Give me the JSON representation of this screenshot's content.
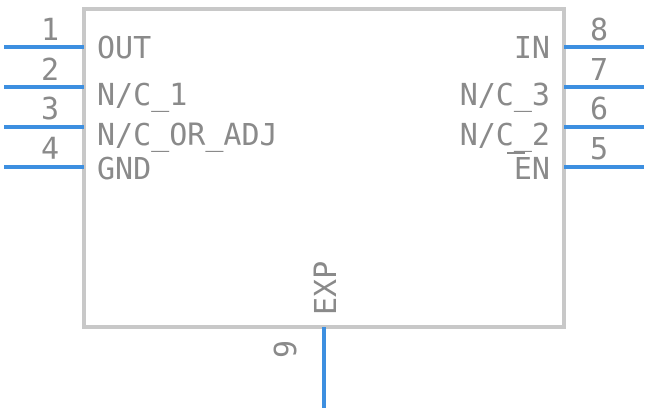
{
  "component": {
    "body_color": "#c8c8c8",
    "pin_color": "#3d8fe0",
    "text_color": "#8a8a8a"
  },
  "pins": {
    "p1": {
      "number": "1",
      "name": "OUT"
    },
    "p2": {
      "number": "2",
      "name": "N/C_1"
    },
    "p3": {
      "number": "3",
      "name": "N/C_OR_ADJ"
    },
    "p4": {
      "number": "4",
      "name": "GND"
    },
    "p5": {
      "number": "5",
      "name": "EN",
      "overbar": true
    },
    "p6": {
      "number": "6",
      "name": "N/C_2"
    },
    "p7": {
      "number": "7",
      "name": "N/C_3"
    },
    "p8": {
      "number": "8",
      "name": "IN"
    },
    "p9": {
      "number": "9",
      "name": "EXP"
    }
  }
}
